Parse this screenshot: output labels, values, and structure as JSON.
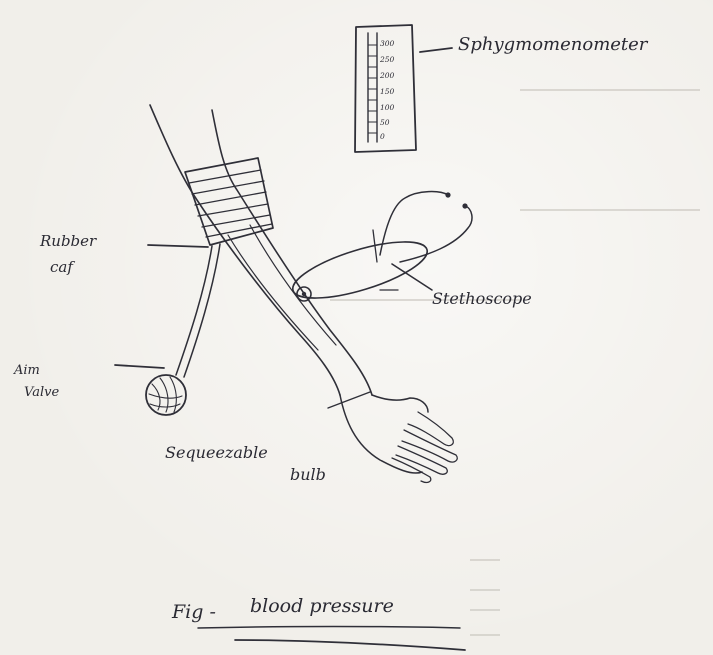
{
  "labels": {
    "sphygmomanometer": "Sphygmomenometer",
    "rubber_cuff_line1": "Rubber",
    "rubber_cuff_line2": "caf",
    "stethoscope": "Stethoscope",
    "air_valve_line1": "Aim",
    "air_valve_line2": "Valve",
    "bulb_line1": "Sequeezable",
    "bulb_line2": "bulb"
  },
  "caption": {
    "prefix": "Fig -",
    "title": "blood pressure"
  },
  "scale_ticks": [
    "300",
    "250",
    "200",
    "150",
    "100",
    "50",
    "0"
  ],
  "colors": {
    "ink": "#2f2f38",
    "paper": "#f1efea"
  }
}
